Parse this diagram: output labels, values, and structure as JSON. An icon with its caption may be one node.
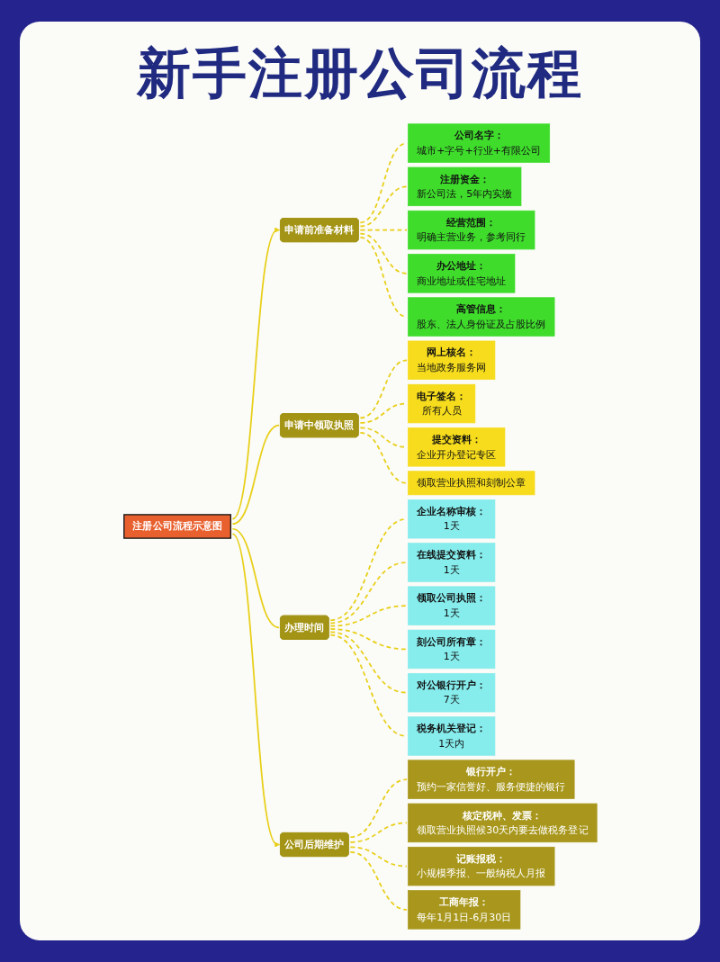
{
  "diagram": {
    "title": "新手注册公司流程",
    "nodes": [
      {
        "text": [
          "注册公司流程示意图"
        ]
      },
      {
        "text": [
          "申请前准备材料"
        ]
      },
      {
        "text": [
          "公司名字：",
          "城市+字号+行业+有限公司"
        ]
      },
      {
        "text": [
          "注册资金：",
          "新公司法，5年内实缴"
        ]
      },
      {
        "text": [
          "经营范围：",
          "明确主营业务，参考同行"
        ]
      },
      {
        "text": [
          "办公地址：",
          "商业地址或住宅地址"
        ]
      },
      {
        "text": [
          "高管信息：",
          "股东、法人身份证及占股比例"
        ]
      },
      {
        "text": [
          "申请中领取执照"
        ]
      },
      {
        "text": [
          "网上核名：",
          "当地政务服务网"
        ]
      },
      {
        "text": [
          "电子签名：",
          "所有人员"
        ]
      },
      {
        "text": [
          "提交资料：",
          "企业开办登记专区"
        ]
      },
      {
        "text": [
          "领取营业执照和刻制公章"
        ]
      },
      {
        "text": [
          "办理时间"
        ]
      },
      {
        "text": [
          "企业名称审核：",
          "1天"
        ]
      },
      {
        "text": [
          "在线提交资料：",
          "1天"
        ]
      },
      {
        "text": [
          "领取公司执照：",
          "1天"
        ]
      },
      {
        "text": [
          "刻公司所有章：",
          "1天"
        ]
      },
      {
        "text": [
          "对公银行开户：",
          "7天"
        ]
      },
      {
        "text": [
          "税务机关登记：",
          "1天内"
        ]
      },
      {
        "text": [
          "公司后期维护"
        ]
      },
      {
        "text": [
          "银行开户：",
          "预约一家信誉好、服务便捷的银行"
        ]
      },
      {
        "text": [
          "核定税种、发票：",
          "领取营业执照候30天内要去做税务登记"
        ]
      },
      {
        "text": [
          "记账报税：",
          "小规模季报、一般纳税人月报"
        ]
      },
      {
        "text": [
          "工商年报：",
          "每年1月1日-6月30日"
        ]
      }
    ],
    "edges": [
      {
        "from": 0,
        "to": 1,
        "arrow": "to"
      },
      {
        "from": 0,
        "to": 7,
        "arrow": "none"
      },
      {
        "from": 0,
        "to": 12,
        "arrow": "none"
      },
      {
        "from": 0,
        "to": 19,
        "arrow": "to"
      },
      {
        "from": 1,
        "to": 2,
        "arrow": "none",
        "style": "dashed"
      },
      {
        "from": 1,
        "to": 3,
        "arrow": "none",
        "style": "dashed"
      },
      {
        "from": 1,
        "to": 4,
        "arrow": "none",
        "style": "dashed"
      },
      {
        "from": 1,
        "to": 5,
        "arrow": "none",
        "style": "dashed"
      },
      {
        "from": 1,
        "to": 6,
        "arrow": "none",
        "style": "dashed"
      },
      {
        "from": 7,
        "to": 8,
        "arrow": "none",
        "style": "dashed"
      },
      {
        "from": 7,
        "to": 9,
        "arrow": "none",
        "style": "dashed"
      },
      {
        "from": 7,
        "to": 10,
        "arrow": "none",
        "style": "dashed"
      },
      {
        "from": 7,
        "to": 11,
        "arrow": "none",
        "style": "dashed"
      },
      {
        "from": 12,
        "to": 13,
        "arrow": "none",
        "style": "dashed"
      },
      {
        "from": 12,
        "to": 14,
        "arrow": "none",
        "style": "dashed"
      },
      {
        "from": 12,
        "to": 15,
        "arrow": "none",
        "style": "dashed"
      },
      {
        "from": 12,
        "to": 16,
        "arrow": "none",
        "style": "dashed"
      },
      {
        "from": 12,
        "to": 17,
        "arrow": "none",
        "style": "dashed"
      },
      {
        "from": 12,
        "to": 18,
        "arrow": "none",
        "style": "dashed"
      },
      {
        "from": 19,
        "to": 20,
        "arrow": "none",
        "style": "dashed"
      },
      {
        "from": 19,
        "to": 21,
        "arrow": "none",
        "style": "dashed"
      },
      {
        "from": 19,
        "to": 22,
        "arrow": "none",
        "style": "dashed"
      },
      {
        "from": 19,
        "to": 23,
        "arrow": "none",
        "style": "dashed"
      }
    ]
  }
}
